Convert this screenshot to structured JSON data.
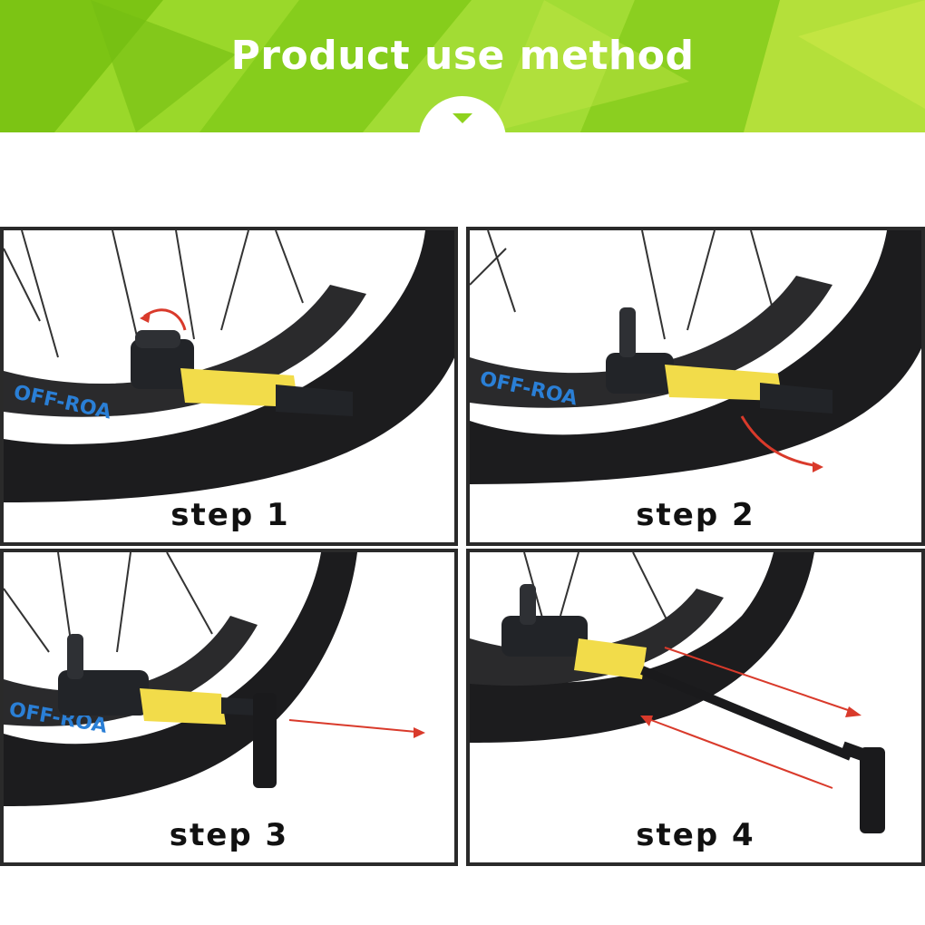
{
  "header": {
    "title": "Product use method"
  },
  "steps": [
    {
      "label": "step 1"
    },
    {
      "label": "step 2"
    },
    {
      "label": "step 3"
    },
    {
      "label": "step 4"
    }
  ],
  "colors": {
    "banner": "#8fd21e",
    "tire": "#1c1c1e",
    "pump_body": "#222428",
    "pump_grip": "#f2dc4a",
    "arrow": "#d93a2b",
    "rim_text": "#2a7fd6",
    "border": "#2a2a2a"
  },
  "icons": [
    "chevron-down-icon",
    "red-arrow-icon"
  ],
  "rim_text": "OFF-ROA"
}
